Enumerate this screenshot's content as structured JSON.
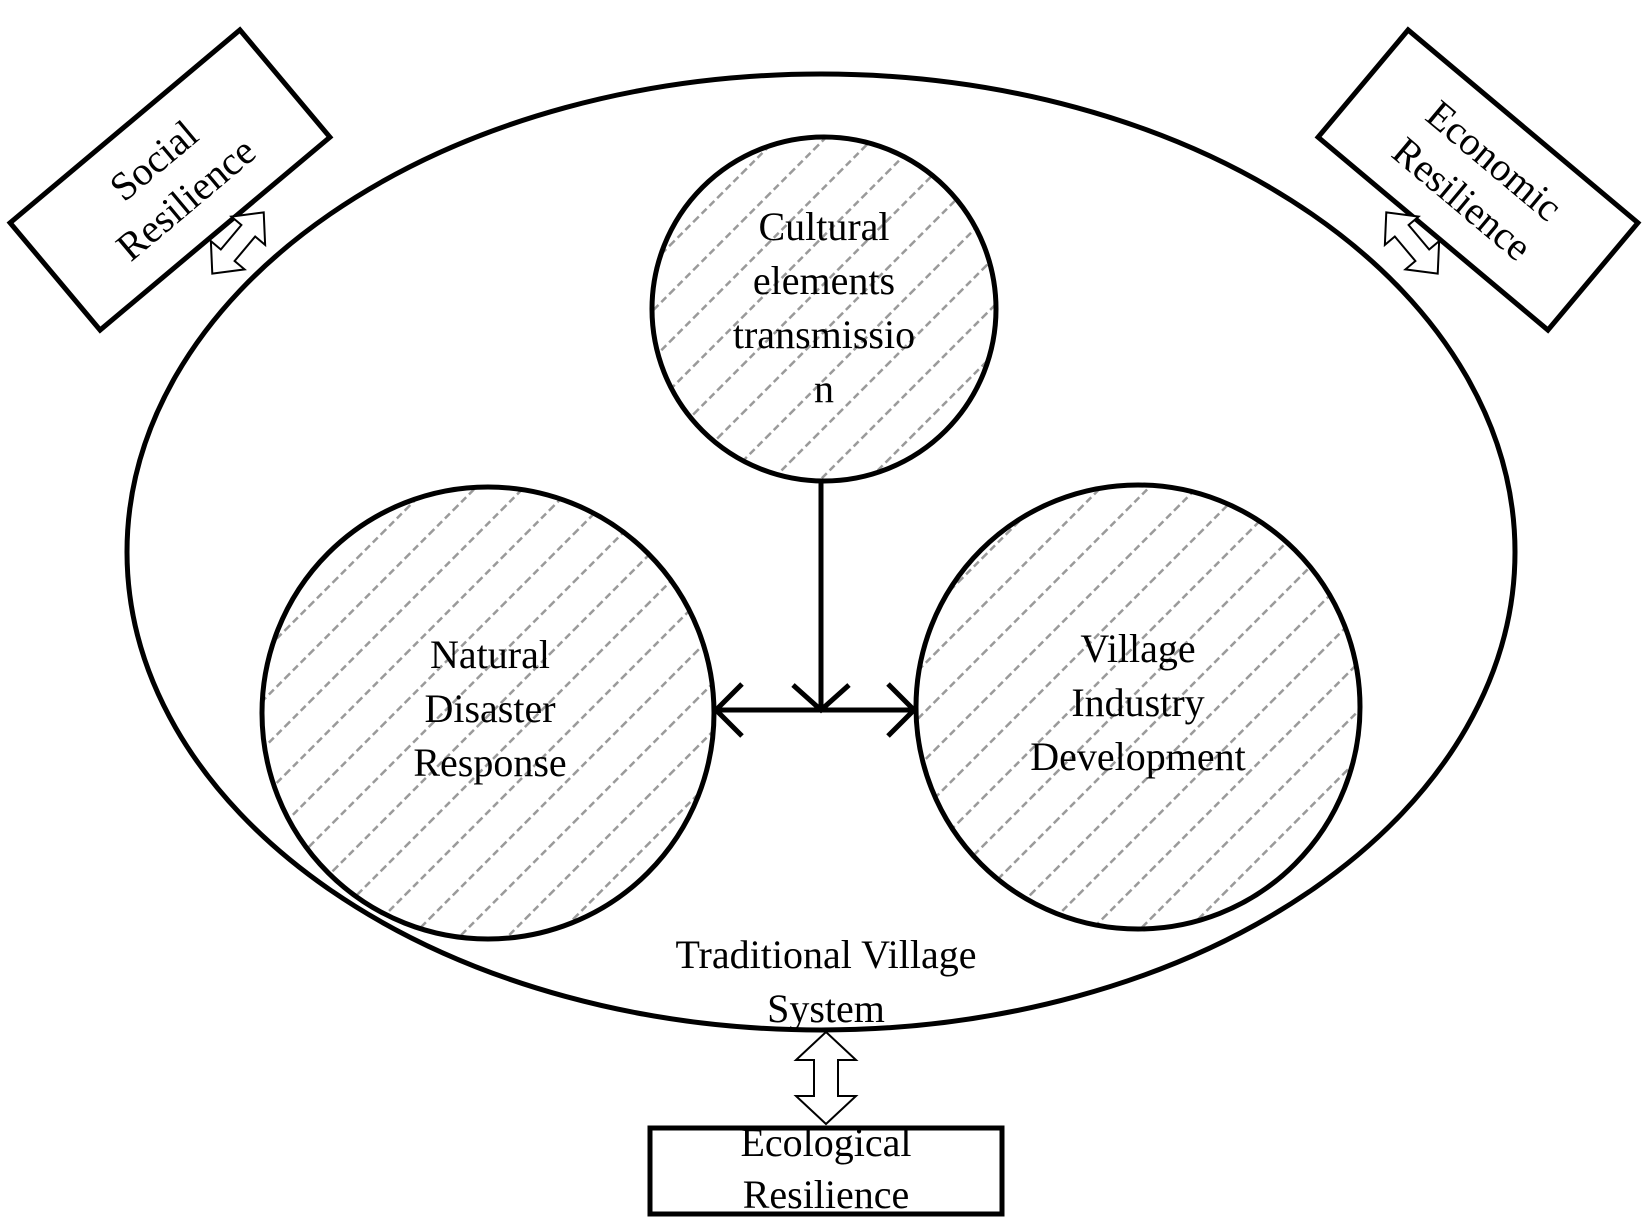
{
  "system": {
    "label_line1": "Traditional Village",
    "label_line2": "System"
  },
  "nodes": {
    "cultural": [
      "Cultural",
      "elements",
      "transmissio",
      "n"
    ],
    "natural": [
      "Natural",
      "Disaster",
      "Response"
    ],
    "village": [
      "Village",
      "Industry",
      "Development"
    ]
  },
  "resilience": {
    "social": [
      "Social",
      "Resilience"
    ],
    "economic": [
      "Economic",
      "Resilience"
    ],
    "ecological": [
      "Ecological",
      "Resilience"
    ]
  },
  "colors": {
    "line": "#000000",
    "hatch": "#9a9a9a",
    "background": "#ffffff"
  }
}
